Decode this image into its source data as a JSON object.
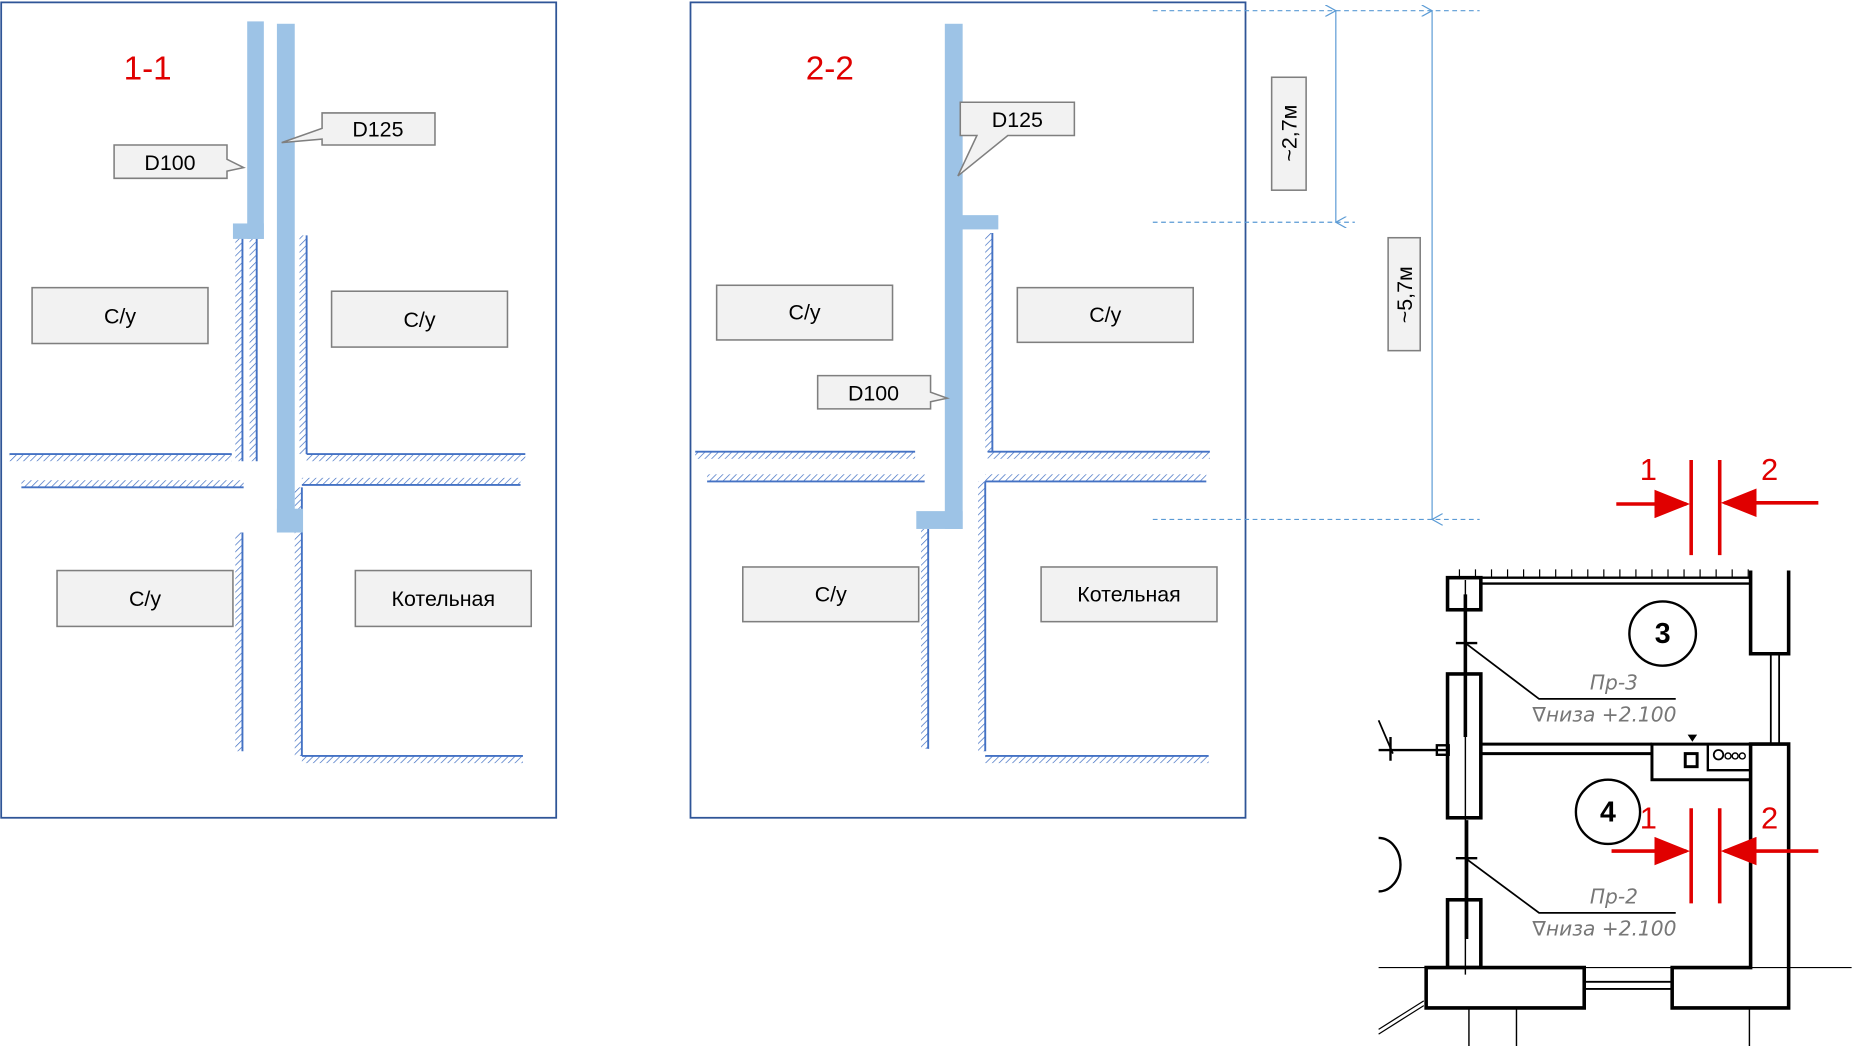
{
  "sections": [
    {
      "title": "1-1",
      "callouts": [
        "D100",
        "D125"
      ],
      "rooms": [
        "С/у",
        "С/у",
        "С/у",
        "Котельная"
      ]
    },
    {
      "title": "2-2",
      "callouts": [
        "D125",
        "D100"
      ],
      "rooms": [
        "С/у",
        "С/у",
        "С/у",
        "Котельная"
      ]
    }
  ],
  "dimensions": [
    "~2,7м",
    "~5,7м"
  ],
  "plan": {
    "room_numbers": [
      "3",
      "4"
    ],
    "section_marks": [
      "1",
      "2",
      "1",
      "2"
    ],
    "notes": [
      {
        "name": "Пр-3",
        "level": "∇низа +2.100"
      },
      {
        "name": "Пр-2",
        "level": "∇низа +2.100"
      }
    ]
  },
  "colors": {
    "pipe": "#9dc3e6",
    "wall": "#4472c4",
    "frame": "#2f5597",
    "section": "#e00000"
  }
}
